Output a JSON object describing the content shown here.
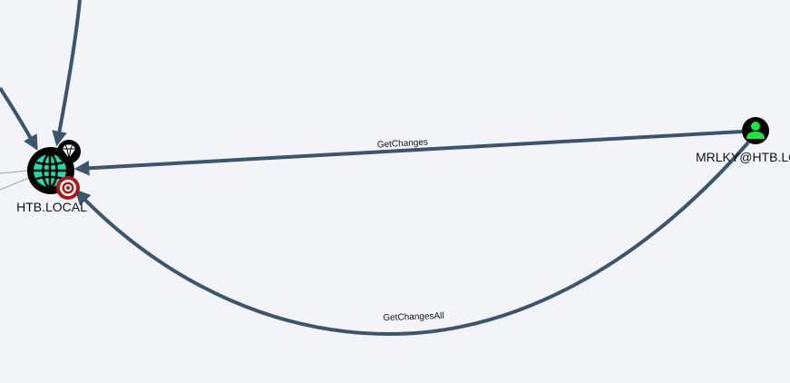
{
  "graph": {
    "nodes": {
      "domain": {
        "label": "HTB.LOCAL",
        "icon": "globe-icon",
        "badges": [
          "diamond-icon",
          "target-icon"
        ],
        "fill": "#000000",
        "globe_color": "#19e0b0"
      },
      "user": {
        "label": "MRLKY@HTB.LOCAL",
        "icon": "user-icon",
        "fill": "#000000",
        "icon_color": "#17e83a"
      }
    },
    "edges": [
      {
        "label": "GetChanges",
        "from": "user",
        "to": "domain"
      },
      {
        "label": "GetChangesAll",
        "from": "user",
        "to": "domain"
      }
    ],
    "edge_color": "#3a556d",
    "target_badge_color": "#b01818"
  }
}
